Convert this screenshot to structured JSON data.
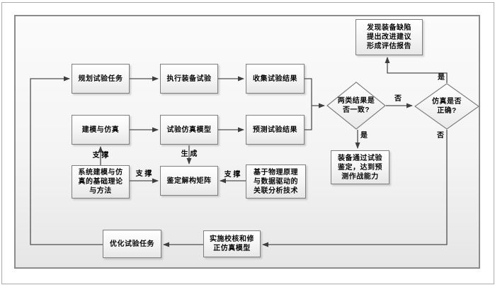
{
  "diagram": {
    "title_hint": "equipment test and simulation evaluation flowchart",
    "styles": {
      "box_border": "#7f7f7f",
      "connector_color": "#4f4f4f",
      "boundary_border": "#8c8c8c",
      "text_color": "#0a0a0a"
    },
    "nodes": {
      "plan": "规划试验任务",
      "execute": "执行装备试验",
      "collect": "收集试验结果",
      "modeling": "建模与仿真",
      "sim_model": "试验仿真模型",
      "predict": "预测试验结果",
      "report": "发现装备缺陷\n提出改进建议\n形成评估报告",
      "decision_consistent": "两类结果是\n否一致?",
      "decision_correct": "仿真是否\n正确?",
      "passed": "装备通过试验\n鉴定，达到预\n测作战能力",
      "theory": "系统建模与仿\n真的基础理论\n与方法",
      "matrix": "鉴定解构矩阵",
      "analysis": "基于物理原理\n与数据驱动的\n关联分析技术",
      "optimize": "优化试验任务",
      "verify": "实施校核和修\n正仿真模型"
    },
    "edge_labels": {
      "support_theory_modeling": "支 撑",
      "support_theory_matrix": "支 撑",
      "support_analysis_matrix": "支 撑",
      "generate": "生 成",
      "yes_consistent": "是",
      "no_consistent": "否",
      "yes_correct": "是",
      "no_correct": "否"
    }
  }
}
